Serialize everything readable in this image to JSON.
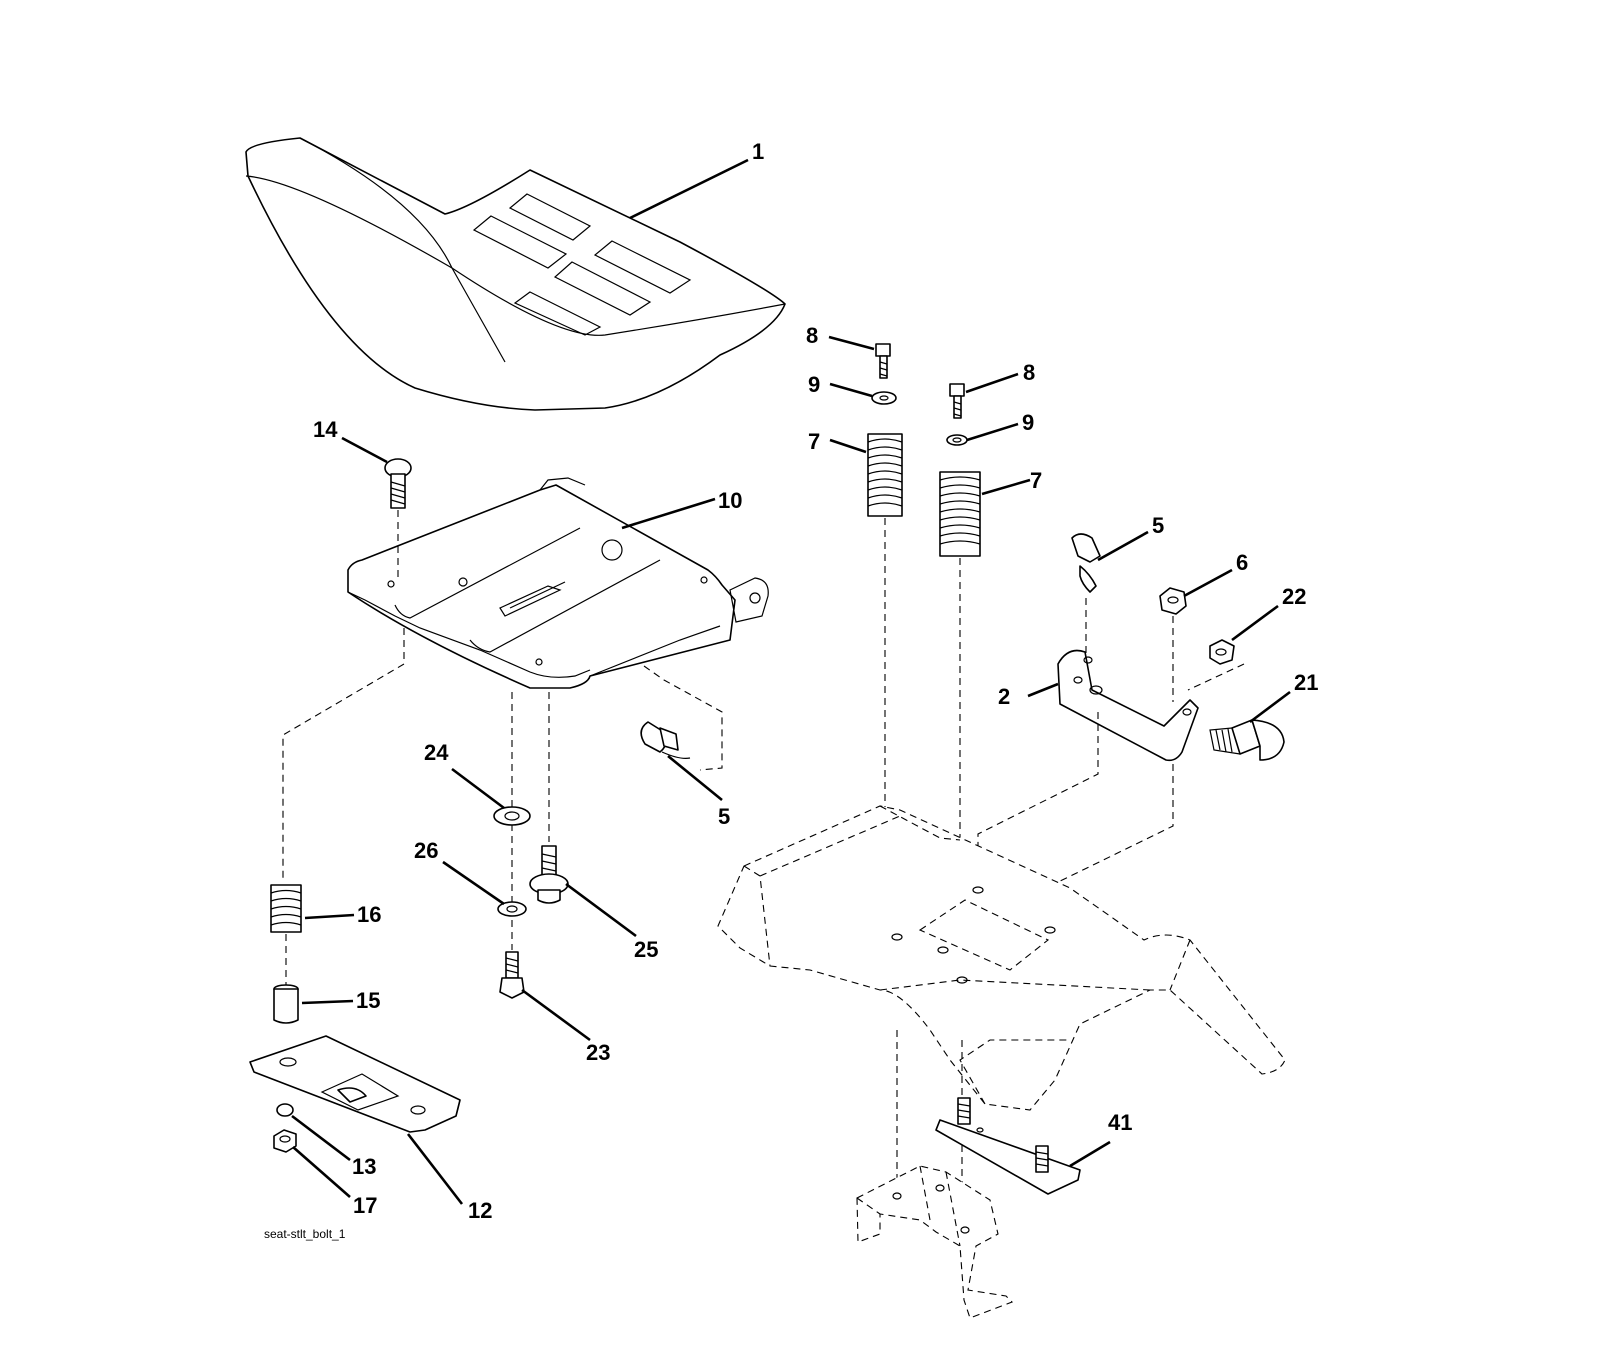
{
  "diagram": {
    "caption": "seat-stlt_bolt_1",
    "callouts": [
      {
        "id": "c1",
        "text": "1"
      },
      {
        "id": "c8a",
        "text": "8"
      },
      {
        "id": "c8b",
        "text": "8"
      },
      {
        "id": "c9a",
        "text": "9"
      },
      {
        "id": "c9b",
        "text": "9"
      },
      {
        "id": "c7a",
        "text": "7"
      },
      {
        "id": "c7b",
        "text": "7"
      },
      {
        "id": "c14",
        "text": "14"
      },
      {
        "id": "c10",
        "text": "10"
      },
      {
        "id": "c5a",
        "text": "5"
      },
      {
        "id": "c6",
        "text": "6"
      },
      {
        "id": "c22",
        "text": "22"
      },
      {
        "id": "c2",
        "text": "2"
      },
      {
        "id": "c21",
        "text": "21"
      },
      {
        "id": "c24",
        "text": "24"
      },
      {
        "id": "c5b",
        "text": "5"
      },
      {
        "id": "c26",
        "text": "26"
      },
      {
        "id": "c25",
        "text": "25"
      },
      {
        "id": "c16",
        "text": "16"
      },
      {
        "id": "c15",
        "text": "15"
      },
      {
        "id": "c23",
        "text": "23"
      },
      {
        "id": "c13",
        "text": "13"
      },
      {
        "id": "c17",
        "text": "17"
      },
      {
        "id": "c12",
        "text": "12"
      },
      {
        "id": "c41",
        "text": "41"
      }
    ]
  }
}
